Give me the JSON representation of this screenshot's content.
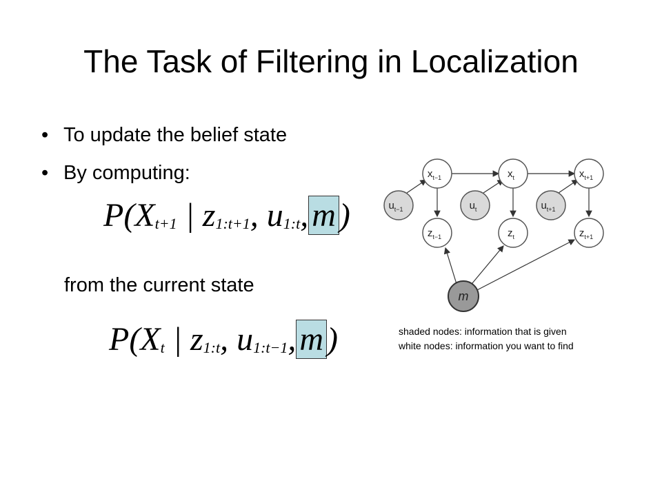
{
  "slide": {
    "title": "The Task of Filtering in Localization",
    "bullets": [
      "To update the belief state",
      "By computing:"
    ],
    "from_text": "from the current state",
    "formula1": {
      "P": "P(X",
      "sub1": "t+1",
      "given": " | z",
      "sub2": "1:t+1",
      "u": ", u",
      "sub3": "1:t",
      "comma": ",",
      "m": "m",
      "close": ")"
    },
    "formula2": {
      "P": "P(X",
      "sub1": "t",
      "given": " | z",
      "sub2": "1:t",
      "u": ", u",
      "sub3": "1:t−1",
      "comma": ",",
      "m": "m",
      "close": ")"
    },
    "captions": [
      "shaded nodes: information that is given",
      "white nodes: information you want to find"
    ]
  },
  "diagram": {
    "nodes": {
      "x_prev": {
        "base": "x",
        "sub": "t−1"
      },
      "x_t": {
        "base": "x",
        "sub": "t"
      },
      "x_next": {
        "base": "x",
        "sub": "t+1"
      },
      "u_prev": {
        "base": "u",
        "sub": "t−1"
      },
      "u_t": {
        "base": "u",
        "sub": "t"
      },
      "u_next": {
        "base": "u",
        "sub": "t+1"
      },
      "z_prev": {
        "base": "z",
        "sub": "t−1"
      },
      "z_t": {
        "base": "z",
        "sub": "t"
      },
      "z_next": {
        "base": "z",
        "sub": "t+1"
      },
      "m": {
        "base": "m"
      }
    },
    "colors": {
      "given": "#d9d9d9",
      "unknown": "#ffffff",
      "map": "#999999",
      "highlight": "#b9dde3"
    }
  }
}
